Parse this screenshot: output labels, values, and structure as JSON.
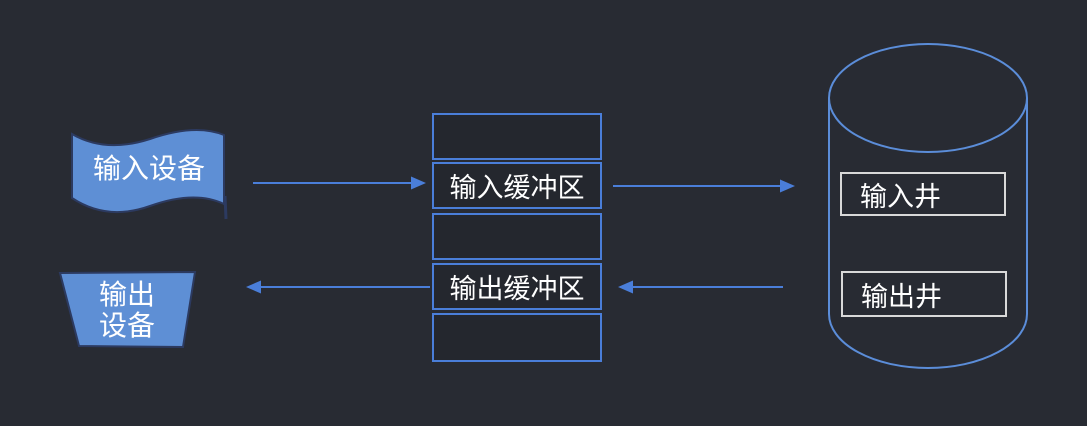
{
  "diagram": {
    "input_device": {
      "label": "输入设备"
    },
    "output_device": {
      "line1": "输出",
      "line2": "设备"
    },
    "buffer_stack": {
      "cells": [
        {
          "label": ""
        },
        {
          "label": "输入缓冲区"
        },
        {
          "label": ""
        },
        {
          "label": "输出缓冲区"
        },
        {
          "label": ""
        }
      ]
    },
    "disk": {
      "input_well": "输入井",
      "output_well": "输出井"
    },
    "arrows": [
      {
        "from": "input-device",
        "to": "input-buffer",
        "direction": "right"
      },
      {
        "from": "output-buffer",
        "to": "output-device",
        "direction": "left"
      },
      {
        "from": "input-buffer",
        "to": "input-well",
        "direction": "right"
      },
      {
        "from": "output-well",
        "to": "output-buffer",
        "direction": "left"
      }
    ]
  },
  "colors": {
    "background": "#282b33",
    "shape_fill": "#5e8fd5",
    "shape_stroke": "#2c3a60",
    "buffer_border": "#4a7ed9",
    "buffer_fill": "#24272e",
    "cylinder_stroke": "#5b8dd9",
    "well_border": "#d9d9d9",
    "arrow": "#4a7ed9",
    "text": "#ffffff"
  }
}
